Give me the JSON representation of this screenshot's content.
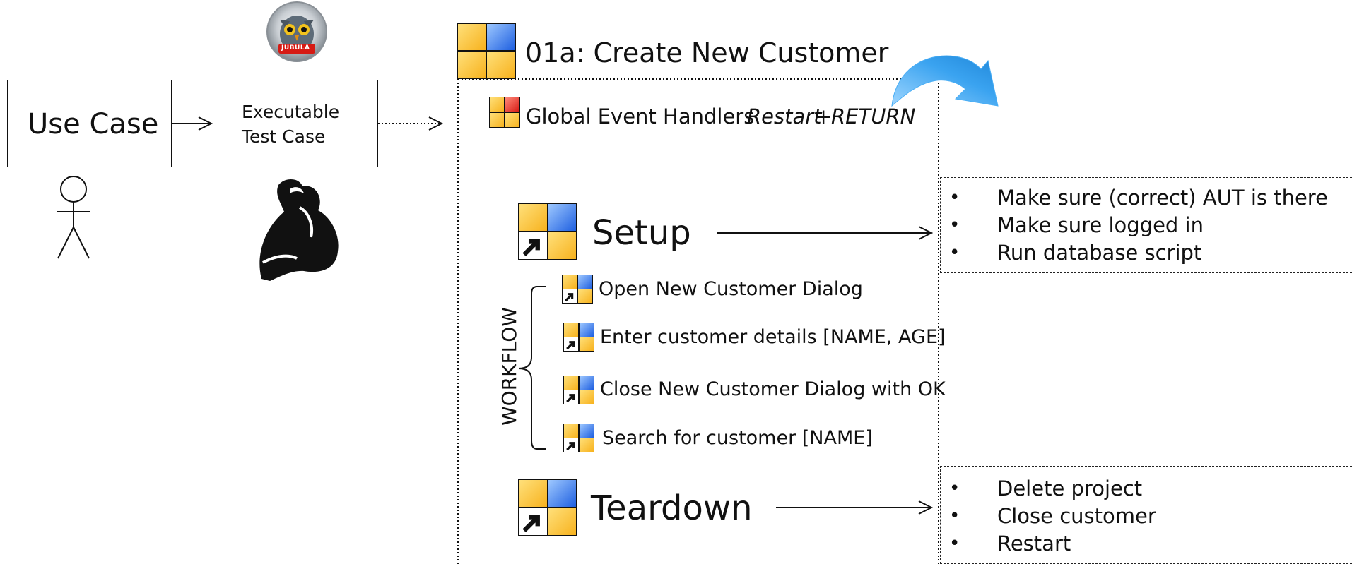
{
  "left": {
    "use_case_label": "Use Case",
    "executable_label_line1": "Executable",
    "executable_label_line2": "Test Case",
    "logo_text": "JUBULA"
  },
  "test_case": {
    "title": "01a: Create New Customer",
    "event_handlers_label": "Global Event Handlers",
    "event_handlers_restart": "Restart",
    "event_handlers_plus": "+",
    "event_handlers_return": "RETURN",
    "setup_label": "Setup",
    "teardown_label": "Teardown",
    "workflow_label": "WORKFLOW",
    "workflow_steps": [
      "Open New Customer Dialog",
      "Enter customer details [NAME, AGE]",
      "Close New Customer Dialog with OK",
      "Search for customer [NAME]"
    ]
  },
  "setup_notes": [
    "Make sure (correct) AUT is there",
    "Make sure logged in",
    "Run database script"
  ],
  "teardown_notes": [
    "Delete project",
    "Close customer",
    "Restart"
  ],
  "colors": {
    "icon_yellow": "#f7b21e",
    "icon_blue": "#1e5fe0",
    "icon_red": "#d61a14",
    "curved_arrow": "#3aa3f0"
  }
}
